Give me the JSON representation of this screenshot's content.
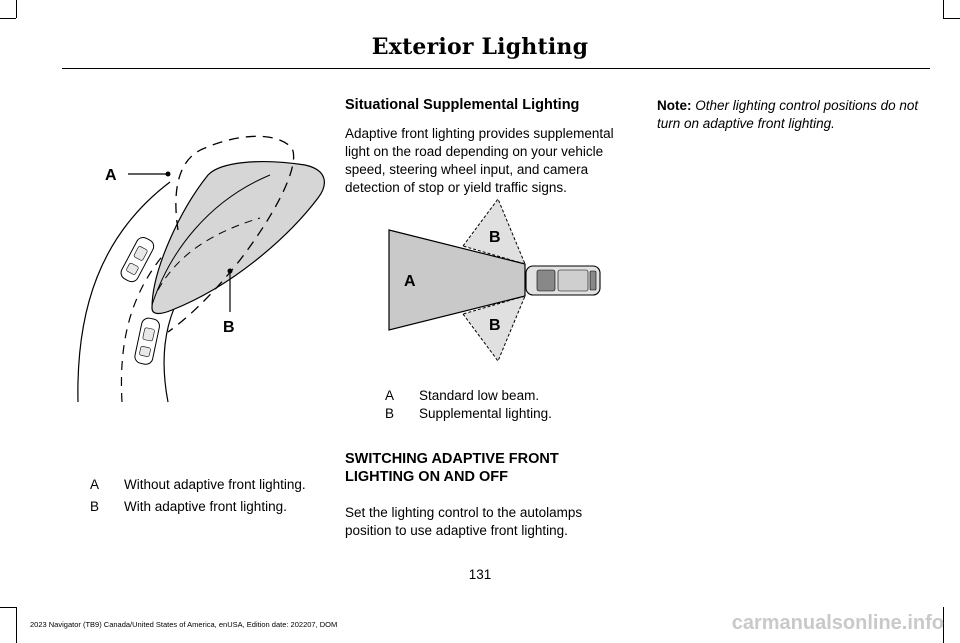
{
  "header": {
    "title": "Exterior Lighting"
  },
  "figure_left": {
    "label_a": "A",
    "label_b": "B",
    "legend": [
      {
        "key": "A",
        "text": "Without adaptive front lighting."
      },
      {
        "key": "B",
        "text": "With adaptive front lighting."
      }
    ]
  },
  "section": {
    "title": "Situational Supplemental Lighting",
    "body": "Adaptive front lighting provides supplemental light on the road depending on your vehicle speed, steering wheel input, and camera detection of stop or yield traffic signs."
  },
  "figure_right": {
    "label_a": "A",
    "label_b_top": "B",
    "label_b_bottom": "B",
    "legend": [
      {
        "key": "A",
        "text": "Standard low beam."
      },
      {
        "key": "B",
        "text": "Supplemental lighting."
      }
    ]
  },
  "switching": {
    "title": "SWITCHING ADAPTIVE FRONT LIGHTING ON AND OFF",
    "body": "Set the lighting control to the autolamps position to use adaptive front lighting."
  },
  "note": {
    "label": "Note:",
    "text": "Other lighting control positions do not turn on adaptive front lighting."
  },
  "page_number": "131",
  "footer": "2023 Navigator (TB9) Canada/United States of America, enUSA, Edition date: 202207, DOM",
  "watermark": "carmanualsonline.info"
}
